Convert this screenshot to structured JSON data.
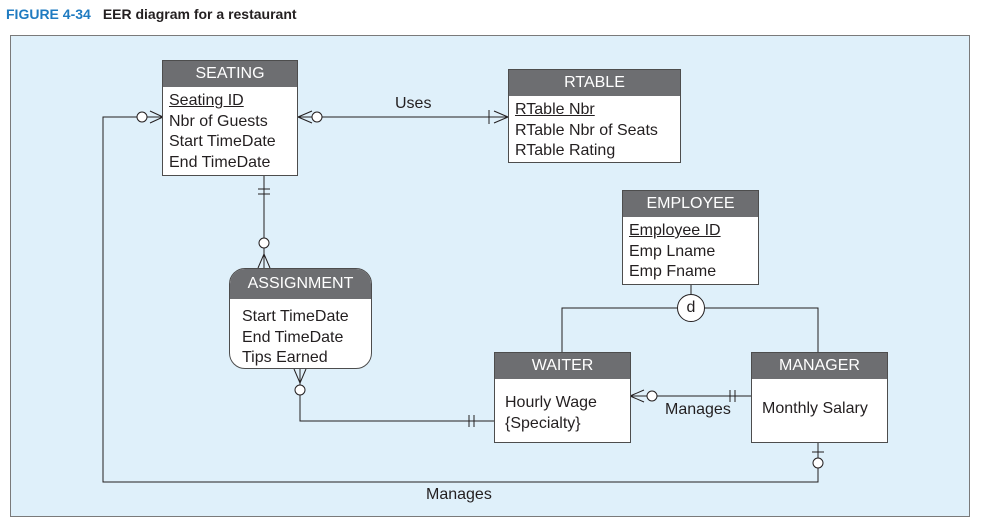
{
  "figure": {
    "number": "FIGURE 4-34",
    "title": "EER diagram for a restaurant"
  },
  "entities": {
    "seating": {
      "name": "SEATING",
      "identifier": "Seating ID",
      "attributes": [
        "Nbr of Guests",
        "Start TimeDate",
        "End TimeDate"
      ]
    },
    "rtable": {
      "name": "RTABLE",
      "identifier": "RTable Nbr",
      "attributes": [
        "RTable Nbr of Seats",
        "RTable Rating"
      ]
    },
    "employee": {
      "name": "EMPLOYEE",
      "identifier": "Employee ID",
      "attributes": [
        "Emp Lname",
        "Emp Fname"
      ]
    },
    "assignment": {
      "name": "ASSIGNMENT",
      "attributes": [
        "Start TimeDate",
        "End TimeDate",
        "Tips Earned"
      ]
    },
    "waiter": {
      "name": "WAITER",
      "attributes": [
        "Hourly Wage",
        "{Specialty}"
      ]
    },
    "manager": {
      "name": "MANAGER",
      "attributes": [
        "Monthly Salary"
      ]
    }
  },
  "relationships": {
    "uses": "Uses",
    "manages_waiter": "Manages",
    "manages_seating": "Manages"
  },
  "subtype_disjoint": "d"
}
